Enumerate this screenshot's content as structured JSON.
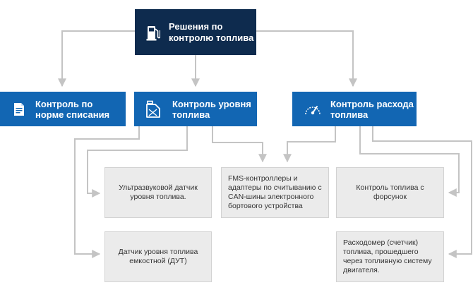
{
  "root": {
    "label": "Решения по\nконтролю топлива",
    "icon": "fuel-pump-icon"
  },
  "categories": [
    {
      "label": "Контроль по\nнорме списания",
      "icon": "document-icon"
    },
    {
      "label": "Контроль уровня\nтоплива",
      "icon": "fuel-canister-icon"
    },
    {
      "label": "Контроль расхода\nтоплива",
      "icon": "gauge-icon"
    }
  ],
  "solutions": [
    {
      "label": "Ультразвуковой датчик\nуровня топлива."
    },
    {
      "label": "Датчик уровня топлива\nемкостной (ДУТ)"
    },
    {
      "label": "FMS-контроллеры и\nадаптеры по считыванию с\nCAN-шины электронного\nбортового устройства"
    },
    {
      "label": "Контроль топлива с\nфорсунок"
    },
    {
      "label": "Расходомер (счетчик)\nтоплива, прошедшего\nчерез топливную систему\nдвигателя."
    }
  ],
  "colors": {
    "root": "#0e2b4e",
    "category": "#1266b3",
    "solution": "#ebebeb",
    "connector": "#c4c4c4"
  }
}
